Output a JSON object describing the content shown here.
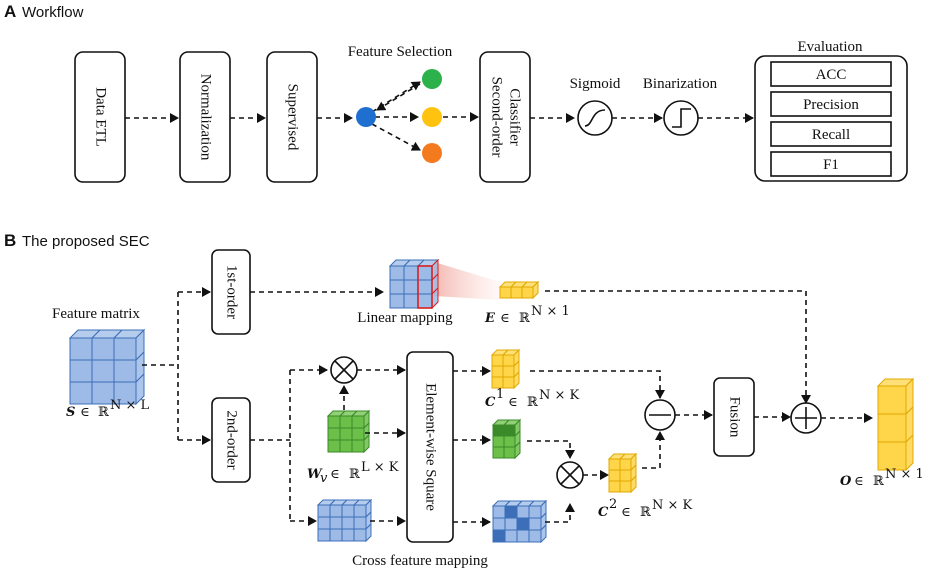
{
  "sectionA": {
    "letter": "A",
    "title": "Workflow"
  },
  "sectionB": {
    "letter": "B",
    "title": "The proposed SEC"
  },
  "workflow": {
    "data_etl": "Data ETL",
    "normalization": "Normalization",
    "supervised": "Supervised",
    "feature_selection": "Feature Selection",
    "classifier_line1": "Second-order",
    "classifier_line2": "Classifier",
    "sigmoid": "Sigmoid",
    "binarization": "Binarization",
    "evaluation_title": "Evaluation",
    "metrics": [
      "ACC",
      "Precision",
      "Recall",
      "F1"
    ]
  },
  "sec": {
    "feature_matrix": "Feature matrix",
    "first_order": "1st-order",
    "second_order": "2nd-order",
    "linear_mapping": "Linear mapping",
    "element_wise_square": "Element-wise Square",
    "cross_feature_mapping": "Cross feature mapping",
    "fusion": "Fusion",
    "S_sym": "S",
    "S_dim": "N × L",
    "E_sym": "E",
    "E_dim": "N × 1",
    "Wv_sym": "W",
    "Wv_sub": "v",
    "Wv_dim": "L × K",
    "C1_sym": "C",
    "C1_sup": "1",
    "C1_dim": "N × K",
    "C2_sym": "C",
    "C2_sup": "2",
    "C2_dim": "N × K",
    "O_sym": "O",
    "O_dim": "N × 1",
    "in_symbol": "∈",
    "reals_symbol": "ℝ"
  },
  "colors": {
    "blue": "#9dbbe6",
    "blue_dark": "#3c6fb8",
    "green": "#6cc04a",
    "green_dark": "#3a8a2a",
    "yellow": "#ffd54a",
    "yellow_dark": "#e0a800",
    "red": "#d62020",
    "node_blue": "#1f6fd0",
    "node_green": "#2db14a",
    "node_yellow": "#ffc20e",
    "node_orange": "#f47a20"
  },
  "icons": [
    "sigmoid-icon",
    "step-icon",
    "multiply-icon",
    "minus-icon",
    "plus-icon"
  ]
}
